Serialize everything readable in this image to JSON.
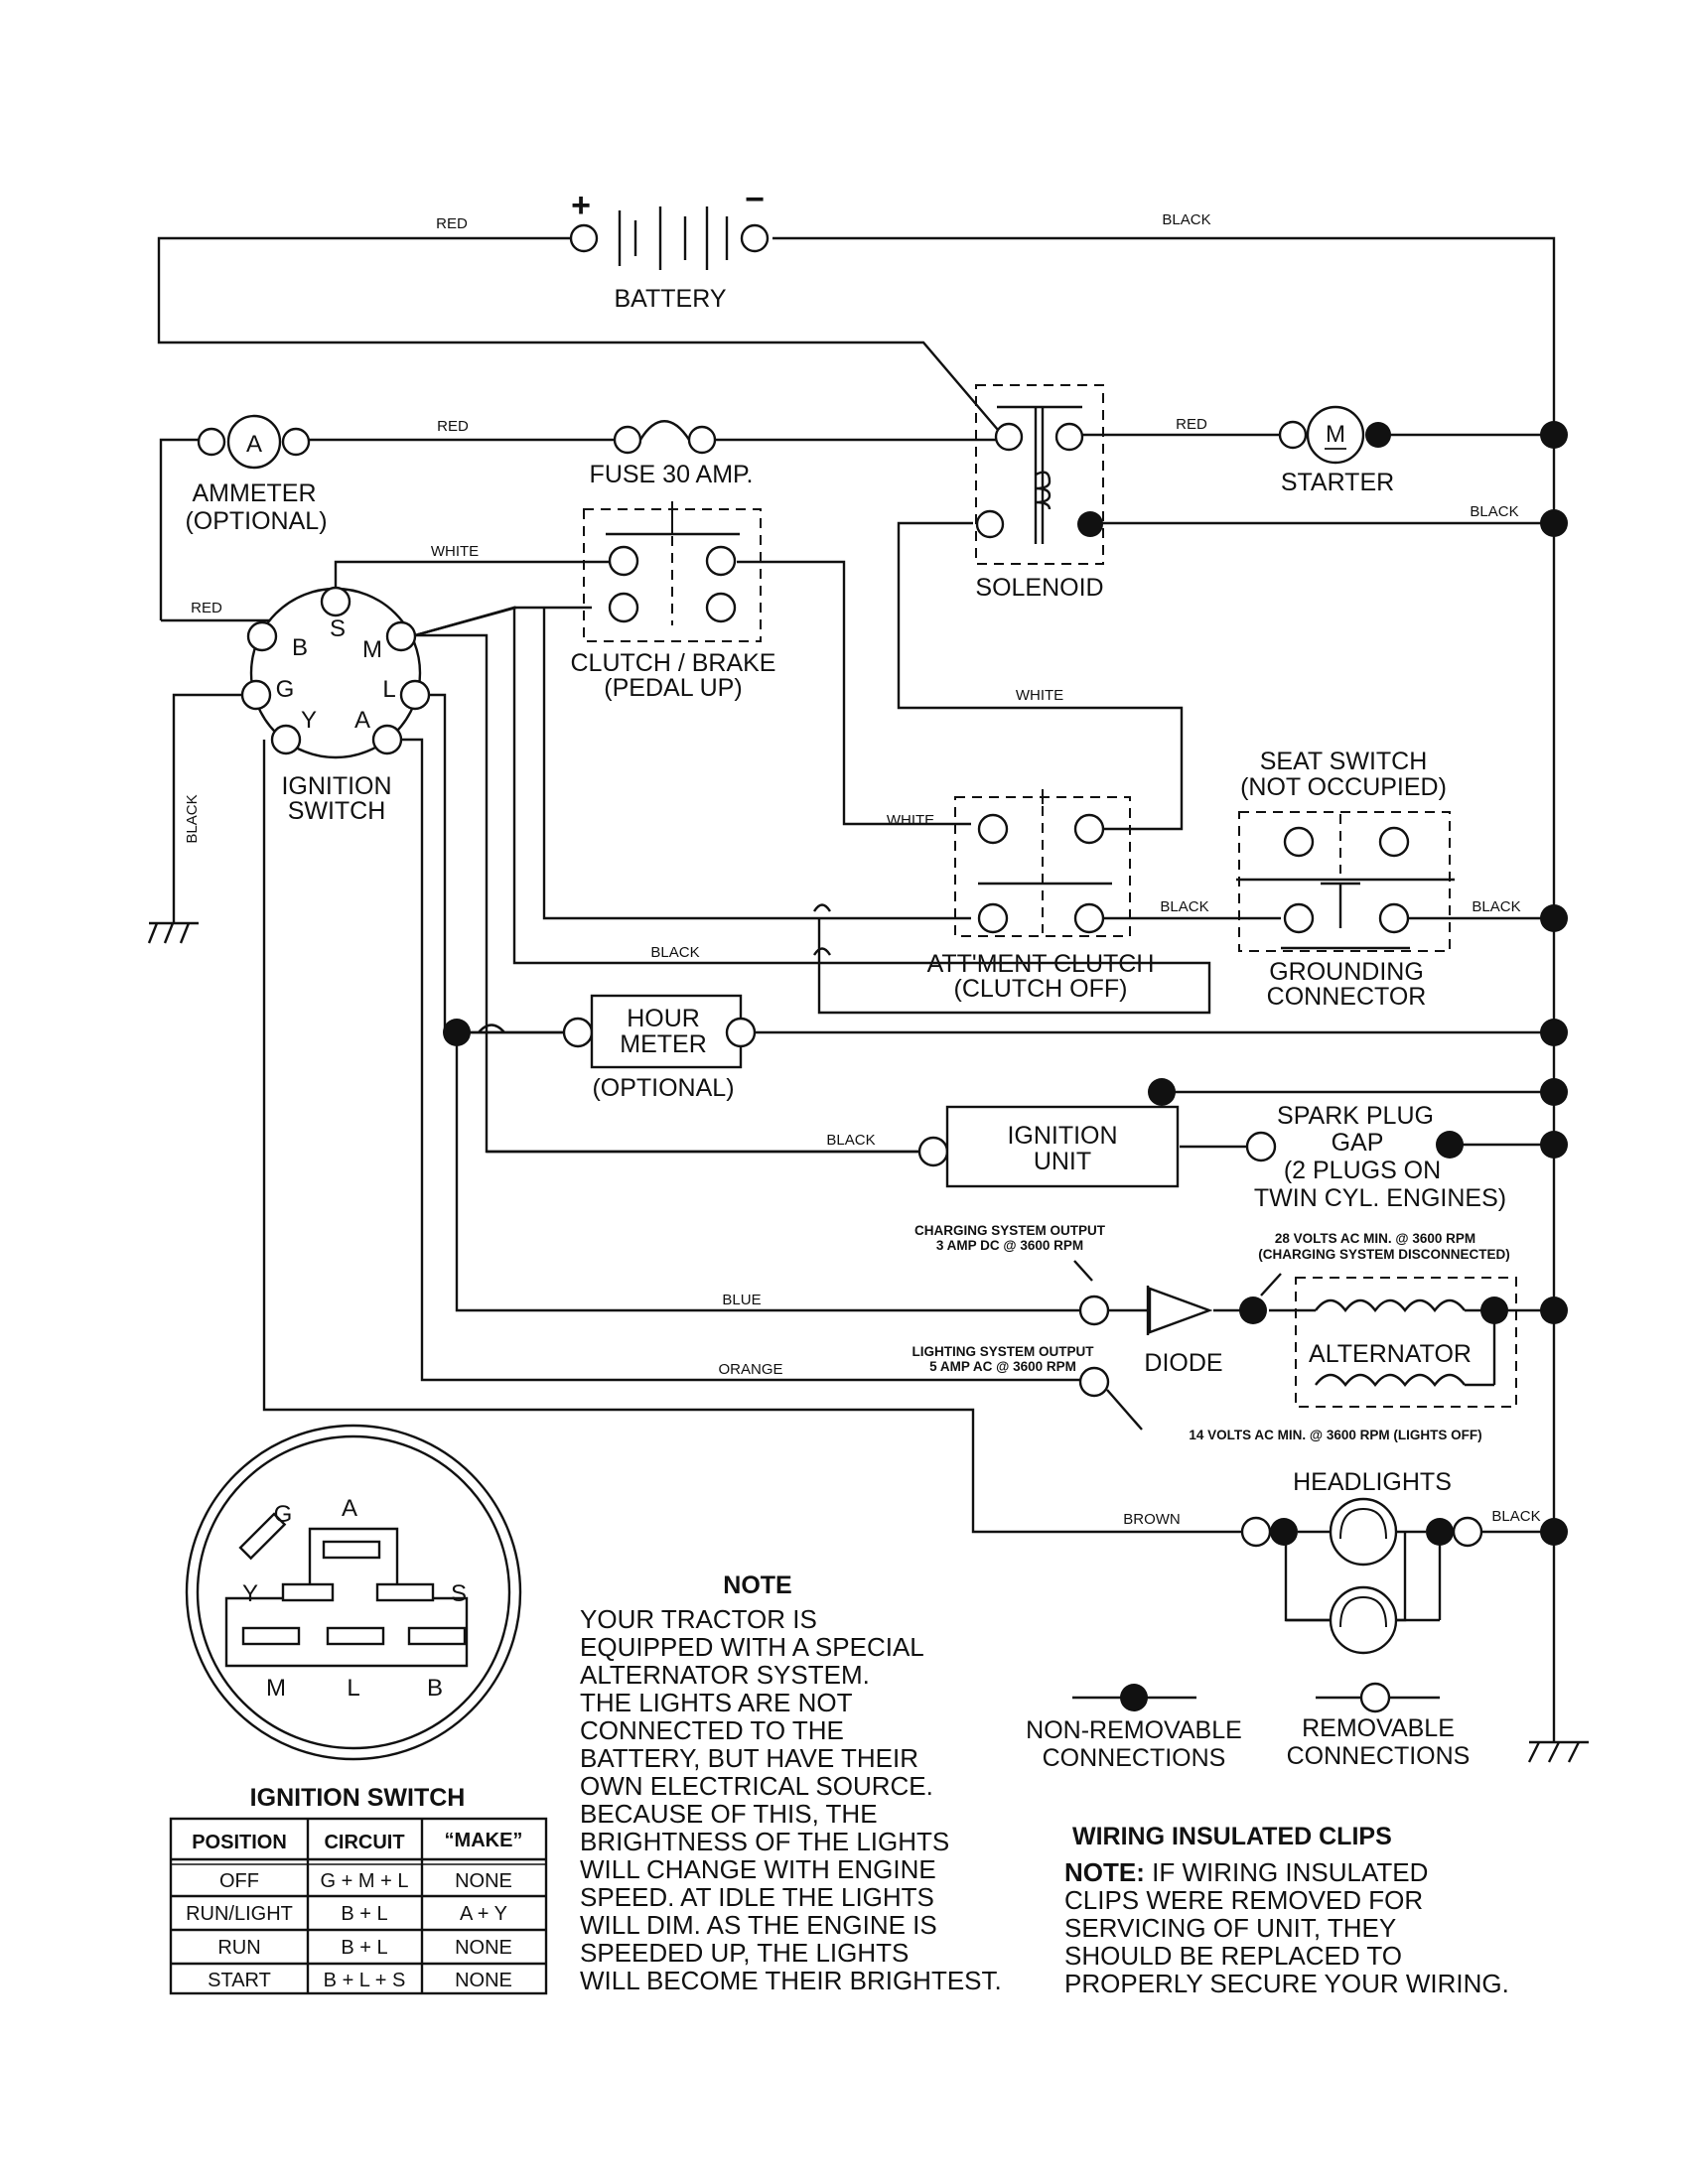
{
  "components": {
    "battery": "BATTERY",
    "battery_plus": "+",
    "battery_minus": "−",
    "ammeter_symbol": "A",
    "ammeter": "AMMETER",
    "ammeter_optional": "(OPTIONAL)",
    "fuse": "FUSE 30 AMP.",
    "solenoid": "SOLENOID",
    "starter_symbol": "M",
    "starter": "STARTER",
    "ignition_switch": [
      "IGNITION",
      "SWITCH"
    ],
    "clutch_brake": [
      "CLUTCH / BRAKE",
      "(PEDAL UP)"
    ],
    "seat_switch": [
      "SEAT SWITCH",
      "(NOT OCCUPIED)"
    ],
    "attachment_clutch": [
      "ATT'MENT CLUTCH",
      "(CLUTCH OFF)"
    ],
    "grounding_connector": [
      "GROUNDING",
      "CONNECTOR"
    ],
    "hour_meter": [
      "HOUR",
      "METER"
    ],
    "hour_meter_optional": "(OPTIONAL)",
    "ignition_unit": [
      "IGNITION",
      "UNIT"
    ],
    "spark_plug": [
      "SPARK PLUG",
      "GAP",
      "(2 PLUGS ON",
      "TWIN CYL. ENGINES)"
    ],
    "diode": "DIODE",
    "alternator": "ALTERNATOR",
    "headlights": "HEADLIGHTS"
  },
  "switch_terminals": {
    "b": "B",
    "s": "S",
    "m": "M",
    "g": "G",
    "l": "L",
    "y": "Y",
    "a": "A"
  },
  "wire_colors": {
    "red_battery": "RED",
    "black_battery": "BLACK",
    "red_ammeter": "RED",
    "red_starter": "RED",
    "black_solenoid": "BLACK",
    "white_clutch": "WHITE",
    "red_switch": "RED",
    "black_ground": "BLACK",
    "white_solenoid": "WHITE",
    "white_att": "WHITE",
    "black_att": "BLACK",
    "black_seat_left": "BLACK",
    "black_seat_right": "BLACK",
    "black_ign_unit": "BLACK",
    "blue": "BLUE",
    "orange": "ORANGE",
    "brown": "BROWN",
    "black_headlights": "BLACK"
  },
  "annotations": {
    "charging_output": [
      "CHARGING SYSTEM OUTPUT",
      "3 AMP DC @ 3600 RPM"
    ],
    "volts28": [
      "28 VOLTS AC MIN. @ 3600 RPM",
      "(CHARGING SYSTEM DISCONNECTED)"
    ],
    "lighting_output": [
      "LIGHTING SYSTEM OUTPUT",
      "5 AMP AC @ 3600 RPM"
    ],
    "volts14": "14 VOLTS AC MIN. @ 3600 RPM (LIGHTS OFF)"
  },
  "pinout": {
    "g": "G",
    "a": "A",
    "y": "Y",
    "s": "S",
    "m": "M",
    "l": "L",
    "b": "B"
  },
  "ignition_table": {
    "title": "IGNITION SWITCH",
    "headers": [
      "POSITION",
      "CIRCUIT",
      "“MAKE”"
    ],
    "rows": [
      [
        "OFF",
        "G + M + L",
        "NONE"
      ],
      [
        "RUN/LIGHT",
        "B + L",
        "A + Y"
      ],
      [
        "RUN",
        "B + L",
        "NONE"
      ],
      [
        "START",
        "B + L + S",
        "NONE"
      ]
    ]
  },
  "note": {
    "title": "NOTE",
    "lines": [
      "YOUR TRACTOR IS",
      "EQUIPPED WITH A SPECIAL",
      "ALTERNATOR SYSTEM.",
      "THE LIGHTS ARE NOT",
      "CONNECTED TO THE",
      "BATTERY, BUT HAVE THEIR",
      "OWN ELECTRICAL SOURCE.",
      "BECAUSE OF THIS, THE",
      "BRIGHTNESS OF THE LIGHTS",
      "WILL CHANGE WITH ENGINE",
      "SPEED.  AT IDLE THE LIGHTS",
      "WILL DIM.  AS THE ENGINE IS",
      "SPEEDED UP, THE LIGHTS",
      "WILL BECOME THEIR BRIGHTEST."
    ]
  },
  "legend": {
    "non_removable": [
      "NON-REMOVABLE",
      "CONNECTIONS"
    ],
    "removable": [
      "REMOVABLE",
      "CONNECTIONS"
    ]
  },
  "clips": {
    "title": "WIRING INSULATED CLIPS",
    "note_label": "NOTE:",
    "lines": [
      " IF WIRING INSULATED",
      "CLIPS WERE REMOVED FOR",
      "SERVICING OF UNIT, THEY",
      "SHOULD BE REPLACED TO",
      "PROPERLY SECURE YOUR WIRING."
    ]
  }
}
